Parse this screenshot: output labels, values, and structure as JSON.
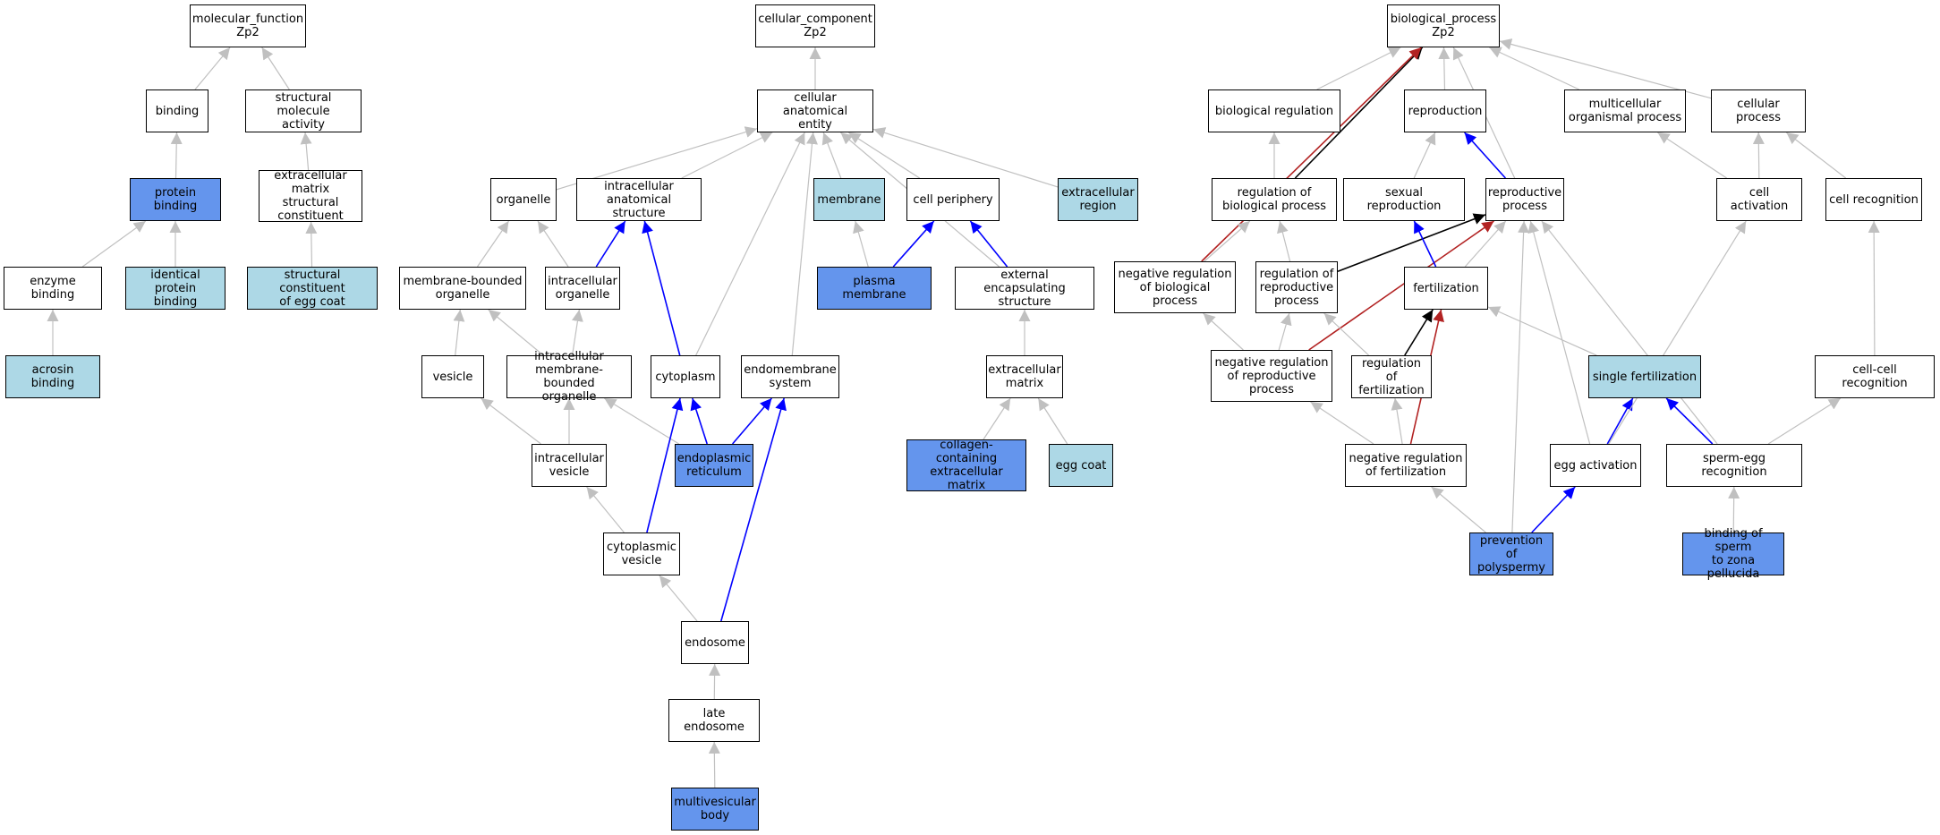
{
  "colors": {
    "plain": "#ffffff",
    "light": "#add8e6",
    "dark": "#6495ed",
    "edge_is_a": "#c0c0c0",
    "edge_part_of": "#0000ff",
    "edge_regulates": "#000000",
    "edge_negatively_regulates": "#b22222"
  },
  "nodes": [
    {
      "id": "mf",
      "label": "molecular_function\nZp2",
      "fill": "plain"
    },
    {
      "id": "binding",
      "label": "binding",
      "fill": "plain"
    },
    {
      "id": "sma",
      "label": "structural molecule\nactivity",
      "fill": "plain"
    },
    {
      "id": "pbind",
      "label": "protein binding",
      "fill": "dark"
    },
    {
      "id": "ecmsc",
      "label": "extracellular\nmatrix structural\nconstituent",
      "fill": "plain"
    },
    {
      "id": "enzb",
      "label": "enzyme binding",
      "fill": "plain"
    },
    {
      "id": "idpb",
      "label": "identical protein\nbinding",
      "fill": "light"
    },
    {
      "id": "sceg",
      "label": "structural constituent\nof egg coat",
      "fill": "light"
    },
    {
      "id": "acro",
      "label": "acrosin binding",
      "fill": "light"
    },
    {
      "id": "cc",
      "label": "cellular_component\nZp2",
      "fill": "plain"
    },
    {
      "id": "cae",
      "label": "cellular anatomical\nentity",
      "fill": "plain"
    },
    {
      "id": "organelle",
      "label": "organelle",
      "fill": "plain"
    },
    {
      "id": "ias",
      "label": "intracellular\nanatomical structure",
      "fill": "plain"
    },
    {
      "id": "membrane",
      "label": "membrane",
      "fill": "light"
    },
    {
      "id": "cperiph",
      "label": "cell periphery",
      "fill": "plain"
    },
    {
      "id": "exreg",
      "label": "extracellular\nregion",
      "fill": "light"
    },
    {
      "id": "mbo",
      "label": "membrane-bounded\norganelle",
      "fill": "plain"
    },
    {
      "id": "io",
      "label": "intracellular\norganelle",
      "fill": "plain"
    },
    {
      "id": "pm",
      "label": "plasma membrane",
      "fill": "dark"
    },
    {
      "id": "ees",
      "label": "external encapsulating\nstructure",
      "fill": "plain"
    },
    {
      "id": "vesicle",
      "label": "vesicle",
      "fill": "plain"
    },
    {
      "id": "imbo",
      "label": "intracellular\nmembrane-bounded\norganelle",
      "fill": "plain"
    },
    {
      "id": "cytoplasm",
      "label": "cytoplasm",
      "fill": "plain"
    },
    {
      "id": "endomem",
      "label": "endomembrane\nsystem",
      "fill": "plain"
    },
    {
      "id": "ecm",
      "label": "extracellular\nmatrix",
      "fill": "plain"
    },
    {
      "id": "ivesicle",
      "label": "intracellular\nvesicle",
      "fill": "plain"
    },
    {
      "id": "er",
      "label": "endoplasmic\nreticulum",
      "fill": "dark"
    },
    {
      "id": "ccecm",
      "label": "collagen-containing\nextracellular\nmatrix",
      "fill": "dark"
    },
    {
      "id": "eggcoat",
      "label": "egg coat",
      "fill": "light"
    },
    {
      "id": "cytves",
      "label": "cytoplasmic\nvesicle",
      "fill": "plain"
    },
    {
      "id": "endosome",
      "label": "endosome",
      "fill": "plain"
    },
    {
      "id": "lendo",
      "label": "late endosome",
      "fill": "plain"
    },
    {
      "id": "mvb",
      "label": "multivesicular\nbody",
      "fill": "dark"
    },
    {
      "id": "bp",
      "label": "biological_process\nZp2",
      "fill": "plain"
    },
    {
      "id": "bioreg",
      "label": "biological regulation",
      "fill": "plain"
    },
    {
      "id": "repro",
      "label": "reproduction",
      "fill": "plain"
    },
    {
      "id": "mop",
      "label": "multicellular\norganismal process",
      "fill": "plain"
    },
    {
      "id": "cellproc",
      "label": "cellular process",
      "fill": "plain"
    },
    {
      "id": "rbp",
      "label": "regulation of\nbiological process",
      "fill": "plain"
    },
    {
      "id": "sexrep",
      "label": "sexual reproduction",
      "fill": "plain"
    },
    {
      "id": "reprop",
      "label": "reproductive\nprocess",
      "fill": "plain"
    },
    {
      "id": "cellact",
      "label": "cell activation",
      "fill": "plain"
    },
    {
      "id": "cellrec",
      "label": "cell recognition",
      "fill": "plain"
    },
    {
      "id": "nrbp",
      "label": "negative regulation\nof biological\nprocess",
      "fill": "plain"
    },
    {
      "id": "rrp",
      "label": "regulation of\nreproductive\nprocess",
      "fill": "plain"
    },
    {
      "id": "fert",
      "label": "fertilization",
      "fill": "plain"
    },
    {
      "id": "nrrp",
      "label": "negative regulation\nof reproductive\nprocess",
      "fill": "plain"
    },
    {
      "id": "rof",
      "label": "regulation of\nfertilization",
      "fill": "plain"
    },
    {
      "id": "singf",
      "label": "single fertilization",
      "fill": "light"
    },
    {
      "id": "ccrec",
      "label": "cell-cell recognition",
      "fill": "plain"
    },
    {
      "id": "nrof",
      "label": "negative regulation\nof fertilization",
      "fill": "plain"
    },
    {
      "id": "eggact",
      "label": "egg activation",
      "fill": "plain"
    },
    {
      "id": "sperm",
      "label": "sperm-egg recognition",
      "fill": "plain"
    },
    {
      "id": "prevpoly",
      "label": "prevention of\npolyspermy",
      "fill": "dark"
    },
    {
      "id": "bszp",
      "label": "binding of sperm\nto zona pellucida",
      "fill": "dark"
    }
  ],
  "edges": [
    {
      "from": "binding",
      "to": "mf",
      "type": "is_a"
    },
    {
      "from": "sma",
      "to": "mf",
      "type": "is_a"
    },
    {
      "from": "pbind",
      "to": "binding",
      "type": "is_a"
    },
    {
      "from": "ecmsc",
      "to": "sma",
      "type": "is_a"
    },
    {
      "from": "enzb",
      "to": "pbind",
      "type": "is_a"
    },
    {
      "from": "idpb",
      "to": "pbind",
      "type": "is_a"
    },
    {
      "from": "sceg",
      "to": "ecmsc",
      "type": "is_a"
    },
    {
      "from": "acro",
      "to": "enzb",
      "type": "is_a"
    },
    {
      "from": "cae",
      "to": "cc",
      "type": "is_a"
    },
    {
      "from": "organelle",
      "to": "cae",
      "type": "is_a"
    },
    {
      "from": "ias",
      "to": "cae",
      "type": "is_a"
    },
    {
      "from": "membrane",
      "to": "cae",
      "type": "is_a"
    },
    {
      "from": "cperiph",
      "to": "cae",
      "type": "is_a"
    },
    {
      "from": "exreg",
      "to": "cae",
      "type": "is_a"
    },
    {
      "from": "cytoplasm",
      "to": "cae",
      "type": "is_a"
    },
    {
      "from": "endomem",
      "to": "cae",
      "type": "is_a"
    },
    {
      "from": "ees",
      "to": "cae",
      "type": "is_a"
    },
    {
      "from": "mbo",
      "to": "organelle",
      "type": "is_a"
    },
    {
      "from": "io",
      "to": "organelle",
      "type": "is_a"
    },
    {
      "from": "io",
      "to": "ias",
      "type": "part_of"
    },
    {
      "from": "cytoplasm",
      "to": "ias",
      "type": "part_of"
    },
    {
      "from": "pm",
      "to": "membrane",
      "type": "is_a"
    },
    {
      "from": "pm",
      "to": "cperiph",
      "type": "part_of"
    },
    {
      "from": "ees",
      "to": "cperiph",
      "type": "part_of"
    },
    {
      "from": "vesicle",
      "to": "mbo",
      "type": "is_a"
    },
    {
      "from": "imbo",
      "to": "mbo",
      "type": "is_a"
    },
    {
      "from": "imbo",
      "to": "io",
      "type": "is_a"
    },
    {
      "from": "ecm",
      "to": "ees",
      "type": "is_a"
    },
    {
      "from": "ivesicle",
      "to": "vesicle",
      "type": "is_a"
    },
    {
      "from": "ivesicle",
      "to": "imbo",
      "type": "is_a"
    },
    {
      "from": "er",
      "to": "imbo",
      "type": "is_a"
    },
    {
      "from": "er",
      "to": "cytoplasm",
      "type": "part_of"
    },
    {
      "from": "er",
      "to": "endomem",
      "type": "part_of"
    },
    {
      "from": "ccecm",
      "to": "ecm",
      "type": "is_a"
    },
    {
      "from": "eggcoat",
      "to": "ecm",
      "type": "is_a"
    },
    {
      "from": "cytves",
      "to": "ivesicle",
      "type": "is_a"
    },
    {
      "from": "cytves",
      "to": "cytoplasm",
      "type": "part_of"
    },
    {
      "from": "endosome",
      "to": "cytves",
      "type": "is_a"
    },
    {
      "from": "endosome",
      "to": "endomem",
      "type": "part_of"
    },
    {
      "from": "lendo",
      "to": "endosome",
      "type": "is_a"
    },
    {
      "from": "mvb",
      "to": "lendo",
      "type": "is_a"
    },
    {
      "from": "bioreg",
      "to": "bp",
      "type": "is_a"
    },
    {
      "from": "repro",
      "to": "bp",
      "type": "is_a"
    },
    {
      "from": "mop",
      "to": "bp",
      "type": "is_a"
    },
    {
      "from": "cellproc",
      "to": "bp",
      "type": "is_a"
    },
    {
      "from": "reprop",
      "to": "bp",
      "type": "is_a"
    },
    {
      "from": "rbp",
      "to": "bp",
      "type": "regulates"
    },
    {
      "from": "nrbp",
      "to": "bp",
      "type": "negatively_regulates"
    },
    {
      "from": "rbp",
      "to": "bioreg",
      "type": "is_a"
    },
    {
      "from": "sexrep",
      "to": "repro",
      "type": "is_a"
    },
    {
      "from": "reprop",
      "to": "repro",
      "type": "part_of"
    },
    {
      "from": "cellact",
      "to": "cellproc",
      "type": "is_a"
    },
    {
      "from": "cellrec",
      "to": "cellproc",
      "type": "is_a"
    },
    {
      "from": "cellact",
      "to": "mop",
      "type": "is_a"
    },
    {
      "from": "nrbp",
      "to": "rbp",
      "type": "is_a"
    },
    {
      "from": "rrp",
      "to": "rbp",
      "type": "is_a"
    },
    {
      "from": "rrp",
      "to": "reprop",
      "type": "regulates"
    },
    {
      "from": "nrrp",
      "to": "reprop",
      "type": "negatively_regulates"
    },
    {
      "from": "fert",
      "to": "sexrep",
      "type": "part_of"
    },
    {
      "from": "fert",
      "to": "reprop",
      "type": "is_a"
    },
    {
      "from": "nrrp",
      "to": "nrbp",
      "type": "is_a"
    },
    {
      "from": "nrrp",
      "to": "rrp",
      "type": "is_a"
    },
    {
      "from": "rof",
      "to": "rrp",
      "type": "is_a"
    },
    {
      "from": "rof",
      "to": "fert",
      "type": "regulates"
    },
    {
      "from": "nrof",
      "to": "fert",
      "type": "negatively_regulates"
    },
    {
      "from": "singf",
      "to": "fert",
      "type": "is_a"
    },
    {
      "from": "ccrec",
      "to": "cellrec",
      "type": "is_a"
    },
    {
      "from": "nrof",
      "to": "nrrp",
      "type": "is_a"
    },
    {
      "from": "nrof",
      "to": "rof",
      "type": "is_a"
    },
    {
      "from": "eggact",
      "to": "singf",
      "type": "part_of"
    },
    {
      "from": "eggact",
      "to": "cellact",
      "type": "is_a"
    },
    {
      "from": "eggact",
      "to": "reprop",
      "type": "is_a"
    },
    {
      "from": "sperm",
      "to": "singf",
      "type": "part_of"
    },
    {
      "from": "sperm",
      "to": "ccrec",
      "type": "is_a"
    },
    {
      "from": "sperm",
      "to": "reprop",
      "type": "is_a"
    },
    {
      "from": "prevpoly",
      "to": "nrof",
      "type": "is_a"
    },
    {
      "from": "prevpoly",
      "to": "eggact",
      "type": "part_of"
    },
    {
      "from": "prevpoly",
      "to": "reprop",
      "type": "is_a"
    },
    {
      "from": "bszp",
      "to": "sperm",
      "type": "is_a"
    }
  ]
}
